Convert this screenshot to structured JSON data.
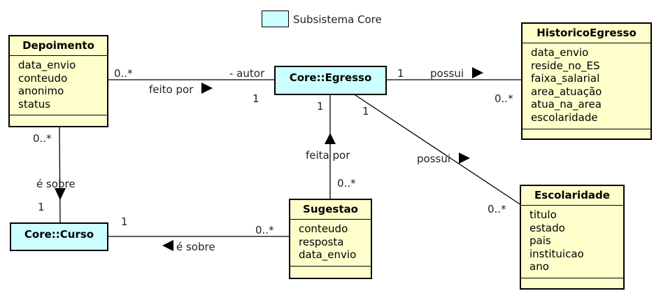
{
  "legend": {
    "label": "Subsistema Core"
  },
  "classes": {
    "depoimento": {
      "name": "Depoimento",
      "attributes": [
        "data_envio",
        "conteudo",
        "anonimo",
        "status"
      ]
    },
    "egresso": {
      "name": "Core::Egresso"
    },
    "historico": {
      "name": "HistoricoEgresso",
      "attributes": [
        "data_envio",
        "reside_no_ES",
        "faixa_salarial",
        "area_atuação",
        "atua_na_area",
        "escolaridade"
      ]
    },
    "curso": {
      "name": "Core::Curso"
    },
    "sugestao": {
      "name": "Sugestao",
      "attributes": [
        "conteudo",
        "resposta",
        "data_envio"
      ]
    },
    "escolaridade": {
      "name": "Escolaridade",
      "attributes": [
        "titulo",
        "estado",
        "pais",
        "instituicao",
        "ano"
      ]
    }
  },
  "associations": {
    "depoimento_egresso": {
      "label": "feito por",
      "role": "- autor",
      "mult_source": "0..*",
      "mult_target": "1"
    },
    "egresso_historico": {
      "label": "possui",
      "mult_source": "1",
      "mult_target": "0..*"
    },
    "depoimento_curso": {
      "label": "é sobre",
      "mult_source": "0..*",
      "mult_target": "1"
    },
    "sugestao_curso": {
      "label": "é sobre",
      "mult_source": "0..*",
      "mult_target": "1"
    },
    "sugestao_egresso": {
      "label": "feita por",
      "mult_source": "0..*",
      "mult_target": "1"
    },
    "egresso_escolaridade": {
      "label": "possui",
      "mult_source": "1",
      "mult_target": "0..*"
    }
  }
}
